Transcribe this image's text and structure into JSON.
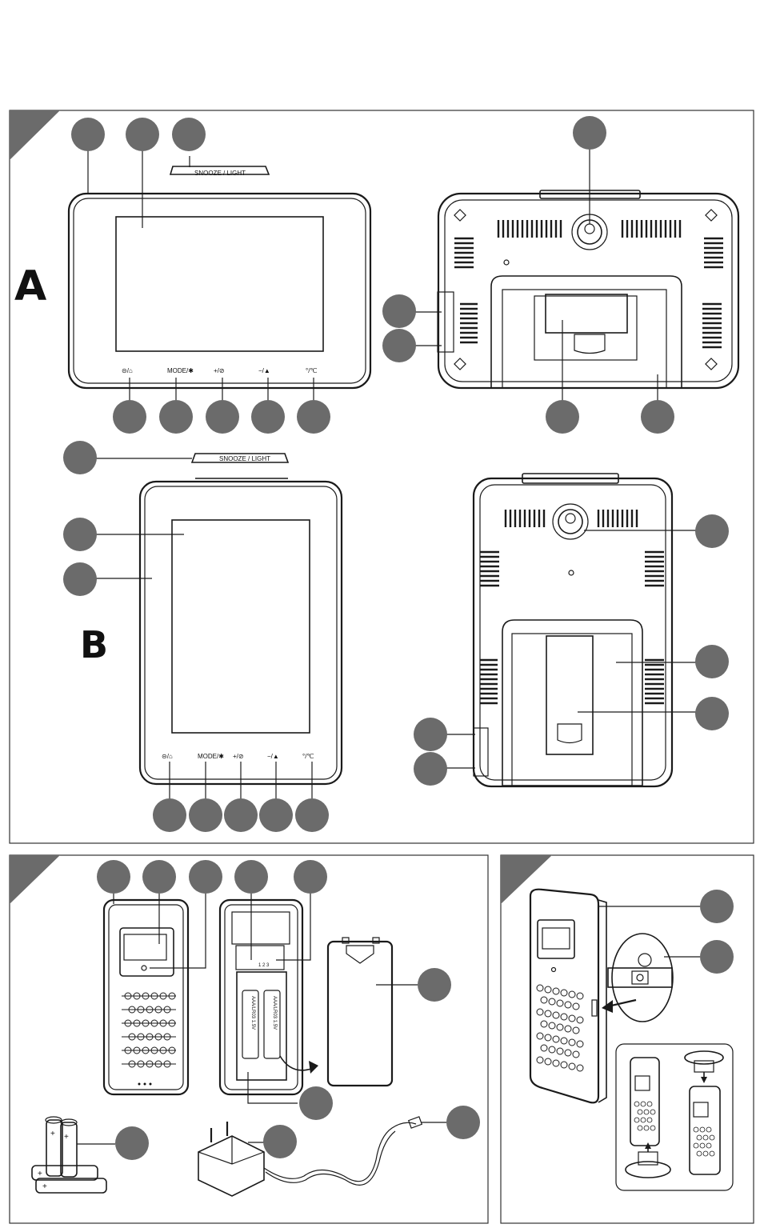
{
  "panel_a": {
    "letter": "A",
    "snooze_label": "SNOOZE / LIGHT"
  },
  "panel_b": {
    "letter": "B",
    "snooze_label": "SNOOZE / LIGHT"
  },
  "buttons": [
    {
      "icon": "clock-alarm-icon",
      "label": "⊝/⌂"
    },
    {
      "icon": "mode-icon",
      "label": "MODE/✱"
    },
    {
      "icon": "plus-icon",
      "label": "+/⊘"
    },
    {
      "icon": "minus-icon",
      "label": "−/▲"
    },
    {
      "icon": "thermometer-icon",
      "label": "°/℃"
    }
  ],
  "battery_label": "AAA/LR03 1.5V",
  "channel_labels": "1 2 3",
  "colors": {
    "callout": "#6b6b6b",
    "line": "#1a1a1a",
    "frame": "#333333"
  }
}
